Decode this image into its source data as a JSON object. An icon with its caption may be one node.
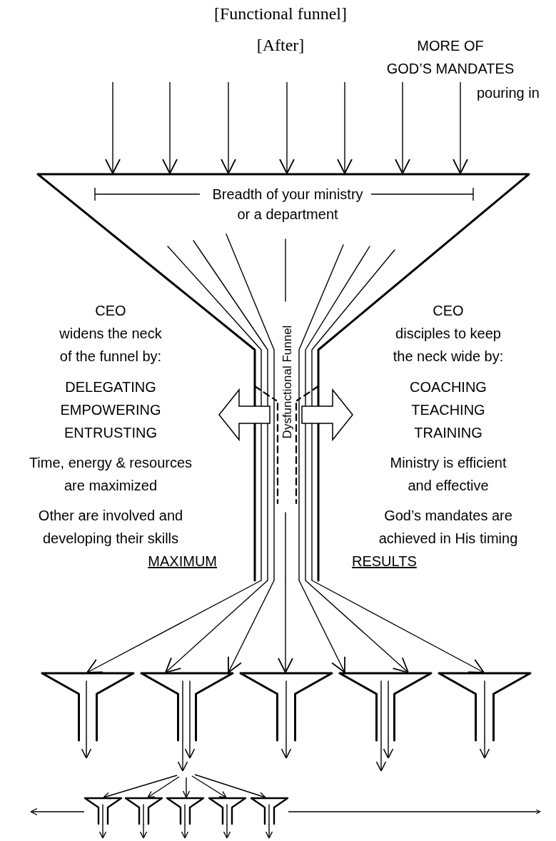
{
  "diagram": {
    "title": "[Functional funnel]",
    "nodes": [
      {
        "text": [
          "Breadth of your ministry or a department"
        ]
      },
      {
        "text": [],
        "shape": "funnel"
      },
      {
        "text": [],
        "shape": "funnel"
      },
      {
        "text": [],
        "shape": "funnel"
      },
      {
        "text": [],
        "shape": "funnel"
      },
      {
        "text": [],
        "shape": "funnel"
      },
      {
        "text": [],
        "shape": "funnel"
      },
      {
        "text": [],
        "shape": "funnel"
      },
      {
        "text": [],
        "shape": "funnel"
      },
      {
        "text": [],
        "shape": "funnel"
      },
      {
        "text": [],
        "shape": "funnel"
      }
    ],
    "edges": [
      {
        "from": null,
        "to": 0,
        "arrow": "to"
      },
      {
        "from": null,
        "to": 0,
        "arrow": "to"
      },
      {
        "from": null,
        "to": 0,
        "arrow": "to"
      },
      {
        "from": null,
        "to": 0,
        "arrow": "to"
      },
      {
        "from": null,
        "to": 0,
        "arrow": "to"
      },
      {
        "from": null,
        "to": 0,
        "arrow": "to"
      },
      {
        "from": null,
        "to": 0,
        "arrow": "to"
      },
      {
        "from": 0,
        "to": 1,
        "arrow": "to"
      },
      {
        "from": 0,
        "to": 2,
        "arrow": "to"
      },
      {
        "from": 0,
        "to": 2,
        "arrow": "to"
      },
      {
        "from": 0,
        "to": 3,
        "arrow": "to"
      },
      {
        "from": 0,
        "to": 4,
        "arrow": "to"
      },
      {
        "from": 0,
        "to": 4,
        "arrow": "to"
      },
      {
        "from": 0,
        "to": 5,
        "arrow": "to"
      },
      {
        "from": 1,
        "to": null,
        "arrow": "to"
      },
      {
        "from": 2,
        "to": null,
        "arrow": "to"
      },
      {
        "from": 2,
        "to": null,
        "arrow": "to"
      },
      {
        "from": 3,
        "to": null,
        "arrow": "to"
      },
      {
        "from": 4,
        "to": null,
        "arrow": "to"
      },
      {
        "from": 4,
        "to": null,
        "arrow": "to"
      },
      {
        "from": 5,
        "to": null,
        "arrow": "to"
      },
      {
        "from": null,
        "to": 6,
        "arrow": "to"
      },
      {
        "from": null,
        "to": 7,
        "arrow": "to"
      },
      {
        "from": null,
        "to": 8,
        "arrow": "to"
      },
      {
        "from": null,
        "to": 9,
        "arrow": "to"
      },
      {
        "from": null,
        "to": 10,
        "arrow": "to"
      },
      {
        "from": 6,
        "to": null,
        "arrow": "to"
      },
      {
        "from": 7,
        "to": null,
        "arrow": "to"
      },
      {
        "from": 8,
        "to": null,
        "arrow": "to"
      },
      {
        "from": 9,
        "to": null,
        "arrow": "to"
      },
      {
        "from": 10,
        "to": null,
        "arrow": "to"
      },
      {
        "from": 6,
        "to": null,
        "arrow": "to"
      },
      {
        "from": 10,
        "to": null,
        "arrow": "to"
      }
    ],
    "labels": [
      "[After]",
      "MORE OF",
      "GOD’S MANDATES",
      "pouring in",
      "Dysfunctional Funnel",
      "CEO",
      "widens the neck of the funnel by:",
      "DELEGATING",
      "EMPOWERING",
      "ENTRUSTING",
      "Time, energy & resources are maximized",
      "Other are involved and developing their skills",
      "MAXIMUM",
      "CEO",
      "disciples to keep the neck wide by:",
      "COACHING",
      "TEACHING",
      "TRAINING",
      "Ministry is efficient and effective",
      "God’s mandates are achieved in His timing",
      "RESULTS"
    ]
  }
}
